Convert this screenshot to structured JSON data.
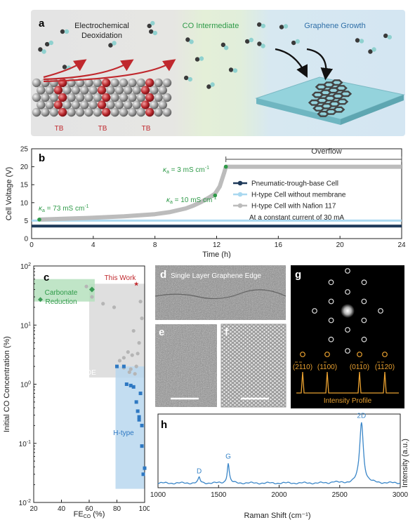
{
  "panel_a": {
    "letter": "a",
    "section1_title_line1": "Electrochemical",
    "section1_title_line2": "Deoxidation",
    "section2_title": "CO Intermediate",
    "section3_title": "Graphene Growth",
    "tb_labels": [
      "TB",
      "TB",
      "TB"
    ],
    "colors": {
      "bg_left": "#e6e6e6",
      "bg_mid": "#e2efd6",
      "bg_right": "#d6e7f2",
      "arrow": "#c0282d",
      "substrate": "#8fcfd8",
      "graphene": "#555555",
      "mid_title": "#2e9a48",
      "right_title": "#2f6fa8"
    }
  },
  "panel_b": {
    "letter": "b",
    "overflow_label": "Overflow",
    "annotations": [
      "κa = 73 mS cm⁻¹",
      "κa = 10 mS cm⁻¹",
      "κa = 3 mS cm⁻¹"
    ],
    "annotation_parts": [
      {
        "k": "κ",
        "sub": "a",
        "rest": " = 73 mS cm",
        "sup": "-1"
      },
      {
        "k": "κ",
        "sub": "a",
        "rest": " = 10 mS cm",
        "sup": "-1"
      },
      {
        "k": "κ",
        "sub": "a",
        "rest": " = 3 mS cm",
        "sup": "-1"
      }
    ],
    "note": "At a constant current of 30 mA",
    "chart_data": {
      "type": "line",
      "xlabel": "Time (h)",
      "ylabel": "Cell Voltage (V)",
      "xlim": [
        0,
        24
      ],
      "ylim": [
        0,
        25
      ],
      "xticks": [
        0,
        4,
        8,
        12,
        16,
        20,
        24
      ],
      "yticks": [
        0,
        5,
        10,
        15,
        20,
        25
      ],
      "legend_position": "right",
      "series": [
        {
          "name": "Pneumatic-trough-base Cell",
          "color": "#1f3a5a",
          "x": [
            0,
            24
          ],
          "y": [
            3.5,
            3.5
          ]
        },
        {
          "name": "H-type Cell without membrane",
          "color": "#a9d8f0",
          "x": [
            0,
            24
          ],
          "y": [
            5.0,
            5.0
          ]
        },
        {
          "name": "H-type Cell with Nafion 117",
          "color": "#bcbcbc",
          "x": [
            0.5,
            2,
            4,
            6,
            8,
            9,
            10,
            10.5,
            11,
            11.5,
            11.9,
            12.2,
            12.5,
            12.6,
            24
          ],
          "y": [
            5.3,
            5.5,
            5.8,
            6.2,
            6.8,
            7.4,
            8.4,
            9.2,
            10.2,
            11.4,
            12.5,
            14.5,
            18.5,
            20,
            20
          ]
        }
      ],
      "markers": [
        {
          "x": 0.5,
          "y": 5.3
        },
        {
          "x": 11.9,
          "y": 12
        },
        {
          "x": 12.6,
          "y": 20
        }
      ]
    }
  },
  "panel_c": {
    "letter": "c",
    "this_work": "This Work",
    "carbonate_line1": "Carbonate",
    "carbonate_line2": "Reduction",
    "gde_label": "GDE",
    "htype_label": "H-type",
    "chart_data": {
      "type": "scatter",
      "xlabel": "FE_CO (%)",
      "ylabel": "Initial CO Concentration (%)",
      "xlim": [
        20,
        100
      ],
      "ylim": [
        0.01,
        100
      ],
      "yscale": "log",
      "xticks": [
        20,
        40,
        60,
        80,
        100
      ],
      "yticks": [
        0.01,
        0.1,
        1,
        10,
        100
      ],
      "series": [
        {
          "name": "GDE",
          "color": "#b5b5b5",
          "x": [
            58,
            62,
            70,
            78,
            82,
            85,
            88,
            90,
            91,
            93,
            94,
            95,
            96,
            98,
            85,
            89,
            97,
            92
          ],
          "y": [
            45,
            30,
            23,
            20,
            2.5,
            2.8,
            3.5,
            1.8,
            3.1,
            1.5,
            2.0,
            3.3,
            5.0,
            13,
            1.9,
            1.6,
            25,
            8
          ]
        },
        {
          "name": "H-type",
          "color": "#2e78c2",
          "x": [
            80,
            85,
            87,
            90,
            92,
            94,
            95,
            96,
            96,
            98,
            97,
            98,
            99,
            100
          ],
          "y": [
            2.0,
            2.0,
            1.0,
            0.95,
            0.9,
            0.5,
            0.35,
            0.28,
            0.25,
            0.2,
            0.7,
            0.09,
            0.03,
            0.038
          ]
        },
        {
          "name": "Carbonate Reduction",
          "color": "#3b9a55",
          "x": [
            62
          ],
          "y": [
            40
          ]
        },
        {
          "name": "This Work",
          "color": "#c0282d",
          "x": [
            94
          ],
          "y": [
            50
          ]
        }
      ]
    }
  },
  "panel_d": {
    "letter": "d",
    "label": "Single Layer Graphene Edge"
  },
  "panel_e": {
    "letter": "e"
  },
  "panel_f": {
    "letter": "f"
  },
  "panel_g": {
    "letter": "g",
    "indices": [
      "(2110)",
      "(1100)",
      "(0110)",
      "(1120)"
    ],
    "profile_label": "Intensity Profile",
    "color": "#e8a030"
  },
  "panel_h": {
    "letter": "h",
    "peak_labels": [
      "D",
      "G",
      "2D"
    ],
    "chart_data": {
      "type": "line",
      "xlabel": "Raman Shift  (cm⁻¹)",
      "ylabel": "Intensity (a.u.)",
      "xlim": [
        1000,
        3000
      ],
      "xticks": [
        1000,
        1500,
        2000,
        2500,
        3000
      ],
      "color": "#3a86c8",
      "peaks": [
        {
          "label": "D",
          "x": 1340,
          "height": 0.09
        },
        {
          "label": "G",
          "x": 1580,
          "height": 0.33
        },
        {
          "label": "2D",
          "x": 2680,
          "height": 1.0
        }
      ]
    }
  }
}
